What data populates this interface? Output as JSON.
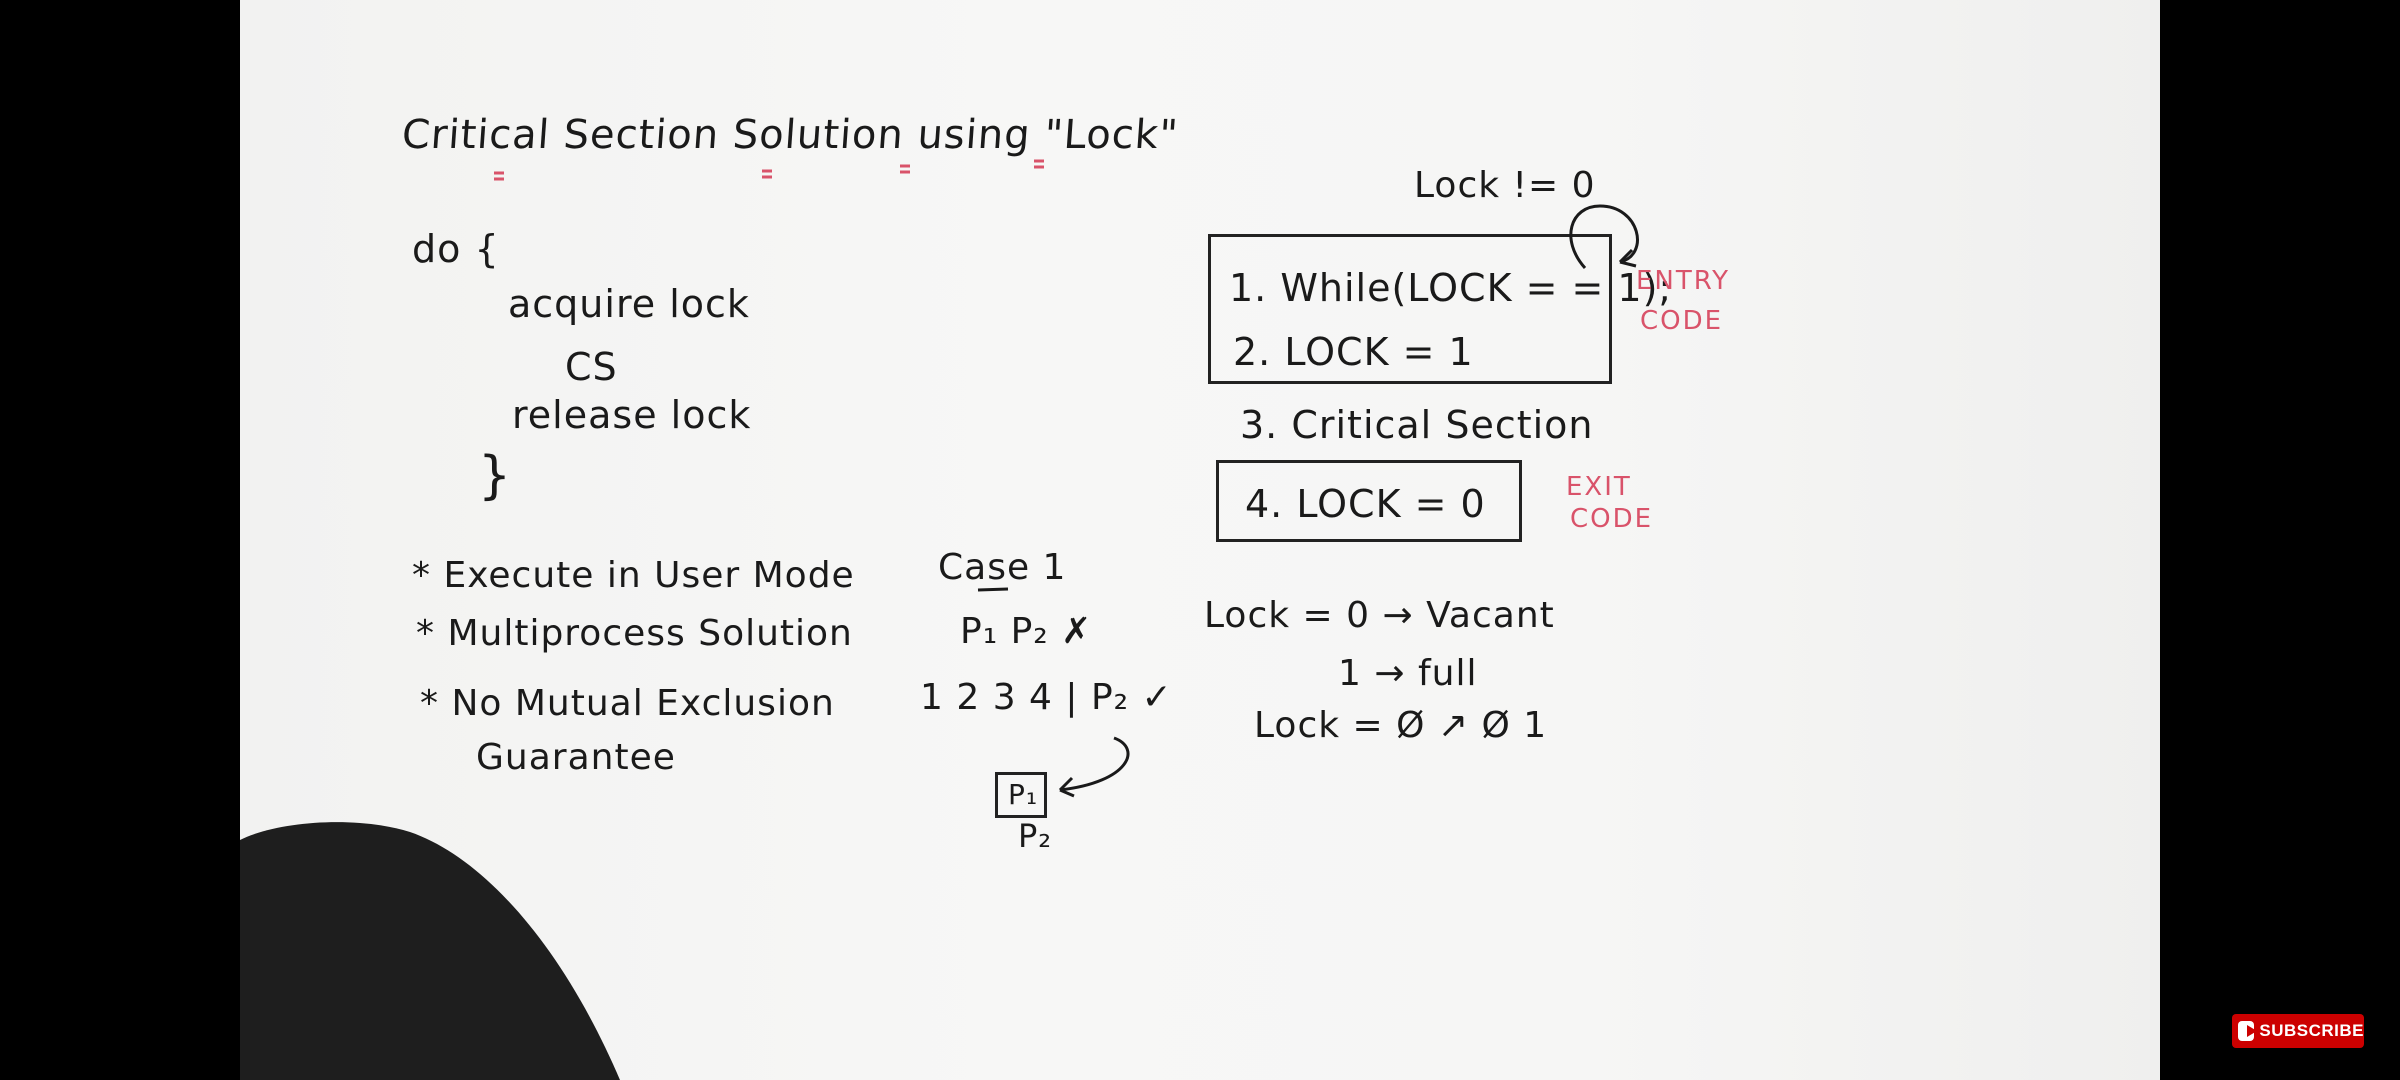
{
  "board": {
    "title": "Critical Section Solution using \"Lock\"",
    "pseudo": {
      "do": "do {",
      "acquire": "acquire lock",
      "cs": "CS",
      "release": "release lock",
      "close": "}"
    },
    "bullets": [
      "* Execute in User Mode",
      "* Multiprocess Solution",
      "* No Mutual Exclusion",
      "Guarantee"
    ],
    "case": {
      "heading": "Case 1",
      "procs": "P₁   P₂ ✗",
      "steps": "1 2 3 4 |  P₂ ✓",
      "box_label": "P₁",
      "below_label": "P₂"
    },
    "lock_ne": "Lock != 0",
    "entry": {
      "line1": "1.  While(LOCK = = 1);",
      "line2": "2.  LOCK = 1",
      "label_line1": "ENTRY",
      "label_line2": "CODE"
    },
    "critical": "3.   Critical Section",
    "exit": {
      "line": "4.  LOCK = 0",
      "label_line1": "EXIT",
      "label_line2": "CODE"
    },
    "lock_values": {
      "line1": "Lock =  0 → Vacant",
      "line2": "1 → full",
      "line3": "Lock = Ø ↗ Ø 1"
    }
  },
  "overlay": {
    "subscribe_label": "SUBSCRIBE",
    "brand_color": "#cc0000"
  },
  "colors": {
    "ink": "#1a1a1a",
    "marker_red": "#d9536a",
    "board": "#f6f6f5"
  }
}
